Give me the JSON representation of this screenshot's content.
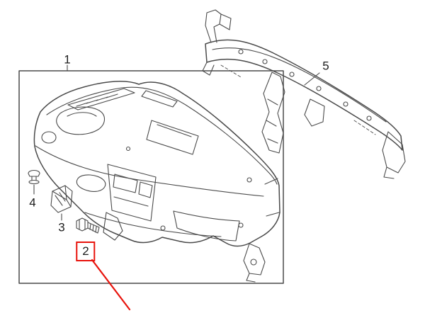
{
  "colors": {
    "line": "#4a4a4a",
    "highlight": "#e8130c",
    "background": "#ffffff"
  },
  "labels": {
    "part1": "1",
    "part2": "2",
    "part3": "3",
    "part4": "4",
    "part5": "5"
  },
  "highlight": {
    "selected_part": "2"
  }
}
